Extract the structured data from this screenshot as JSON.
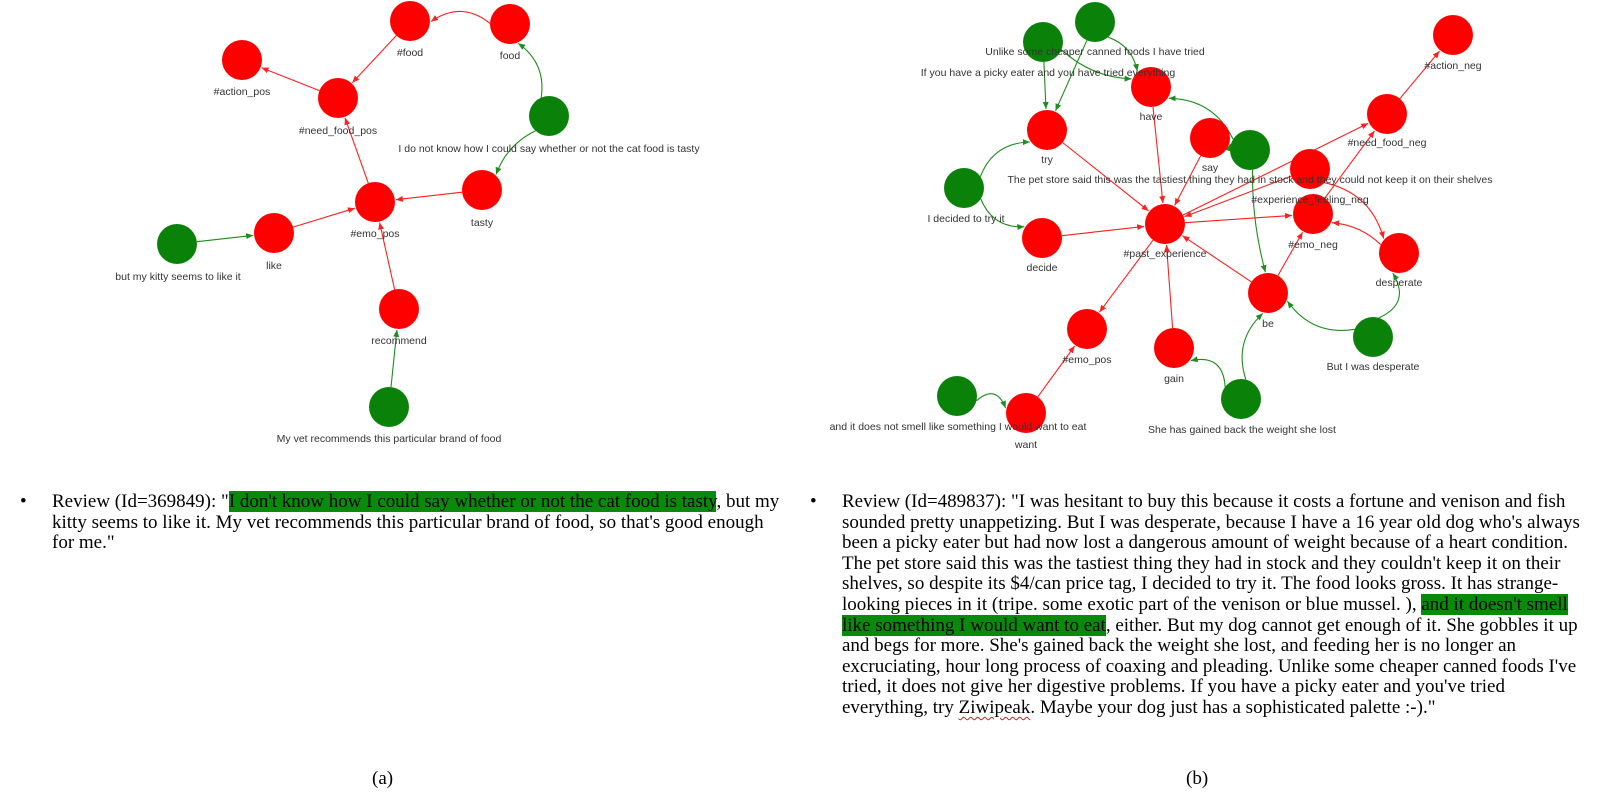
{
  "colors": {
    "concept_node": "#ff0000",
    "sentence_node": "#0a820a",
    "concept_edge": "#ff2020",
    "sentence_edge": "#1e8c1e",
    "highlight": "#0a8a0a"
  },
  "graph_a": {
    "nodes": [
      {
        "id": "action_pos",
        "label": "#action_pos",
        "kind": "concept"
      },
      {
        "id": "food_tag",
        "label": "#food",
        "kind": "concept"
      },
      {
        "id": "food",
        "label": "food",
        "kind": "concept"
      },
      {
        "id": "need_food_pos",
        "label": "#need_food_pos",
        "kind": "concept"
      },
      {
        "id": "s_tasty",
        "label": "I do not know how I could say whether or not the cat food is tasty",
        "kind": "sentence"
      },
      {
        "id": "emo_pos",
        "label": "#emo_pos",
        "kind": "concept"
      },
      {
        "id": "tasty",
        "label": "tasty",
        "kind": "concept"
      },
      {
        "id": "like",
        "label": "like",
        "kind": "concept"
      },
      {
        "id": "s_kitty",
        "label": "but my kitty seems to like it",
        "kind": "sentence"
      },
      {
        "id": "recommend",
        "label": "recommend",
        "kind": "concept"
      },
      {
        "id": "s_vet",
        "label": "My vet recommends this particular brand of food",
        "kind": "sentence"
      }
    ],
    "edges": [
      {
        "from": "food",
        "to": "food_tag",
        "kind": "concept"
      },
      {
        "from": "food_tag",
        "to": "need_food_pos",
        "kind": "concept"
      },
      {
        "from": "need_food_pos",
        "to": "action_pos",
        "kind": "concept"
      },
      {
        "from": "emo_pos",
        "to": "need_food_pos",
        "kind": "concept"
      },
      {
        "from": "tasty",
        "to": "emo_pos",
        "kind": "concept"
      },
      {
        "from": "like",
        "to": "emo_pos",
        "kind": "concept"
      },
      {
        "from": "recommend",
        "to": "emo_pos",
        "kind": "concept"
      },
      {
        "from": "s_tasty",
        "to": "food",
        "kind": "sentence"
      },
      {
        "from": "s_tasty",
        "to": "tasty",
        "kind": "sentence"
      },
      {
        "from": "s_kitty",
        "to": "like",
        "kind": "sentence"
      },
      {
        "from": "s_vet",
        "to": "recommend",
        "kind": "sentence"
      }
    ]
  },
  "graph_b": {
    "nodes": [
      {
        "id": "s_unlike",
        "label": "Unlike some cheaper canned foods I have tried",
        "kind": "sentence"
      },
      {
        "id": "s_picky",
        "label": "If you have a picky eater and you have tried everything",
        "kind": "sentence"
      },
      {
        "id": "have",
        "label": "have",
        "kind": "concept"
      },
      {
        "id": "try",
        "label": "try",
        "kind": "concept"
      },
      {
        "id": "say",
        "label": "say",
        "kind": "concept"
      },
      {
        "id": "s_store",
        "label": "The pet store said this was the tastiest thing they had in stock and they could not keep it on their shelves",
        "kind": "sentence"
      },
      {
        "id": "action_neg",
        "label": "#action_neg",
        "kind": "concept"
      },
      {
        "id": "need_food_neg",
        "label": "#need_food_neg",
        "kind": "concept"
      },
      {
        "id": "exp_neg",
        "label": "#experience_feeling_neg",
        "kind": "concept"
      },
      {
        "id": "s_decided",
        "label": "I decided to try it",
        "kind": "sentence"
      },
      {
        "id": "decide",
        "label": "decide",
        "kind": "concept"
      },
      {
        "id": "past_exp",
        "label": "#past_experience",
        "kind": "concept"
      },
      {
        "id": "emo_neg",
        "label": "#emo_neg",
        "kind": "concept"
      },
      {
        "id": "desperate",
        "label": "desperate",
        "kind": "concept"
      },
      {
        "id": "be",
        "label": "be",
        "kind": "concept"
      },
      {
        "id": "emo_pos",
        "label": "#emo_pos",
        "kind": "concept"
      },
      {
        "id": "gain",
        "label": "gain",
        "kind": "concept"
      },
      {
        "id": "s_desperate",
        "label": "But I was desperate",
        "kind": "sentence"
      },
      {
        "id": "s_smell",
        "label": "and it does not smell like something I would want to eat",
        "kind": "sentence"
      },
      {
        "id": "want",
        "label": "want",
        "kind": "concept"
      },
      {
        "id": "s_gained",
        "label": "She has gained back the weight she lost",
        "kind": "sentence"
      }
    ],
    "edges": [
      {
        "from": "s_unlike",
        "to": "have",
        "kind": "sentence"
      },
      {
        "from": "s_unlike",
        "to": "try",
        "kind": "sentence"
      },
      {
        "from": "s_picky",
        "to": "try",
        "kind": "sentence"
      },
      {
        "from": "s_picky",
        "to": "have",
        "kind": "sentence"
      },
      {
        "from": "s_store",
        "to": "have",
        "kind": "sentence"
      },
      {
        "from": "s_store",
        "to": "say",
        "kind": "sentence"
      },
      {
        "from": "s_store",
        "to": "be",
        "kind": "sentence"
      },
      {
        "from": "s_decided",
        "to": "try",
        "kind": "sentence"
      },
      {
        "from": "s_decided",
        "to": "decide",
        "kind": "sentence"
      },
      {
        "from": "s_desperate",
        "to": "be",
        "kind": "sentence"
      },
      {
        "from": "s_desperate",
        "to": "desperate",
        "kind": "sentence"
      },
      {
        "from": "s_smell",
        "to": "want",
        "kind": "sentence"
      },
      {
        "from": "s_gained",
        "to": "gain",
        "kind": "sentence"
      },
      {
        "from": "s_gained",
        "to": "be",
        "kind": "sentence"
      },
      {
        "from": "have",
        "to": "past_exp",
        "kind": "concept"
      },
      {
        "from": "try",
        "to": "past_exp",
        "kind": "concept"
      },
      {
        "from": "say",
        "to": "past_exp",
        "kind": "concept"
      },
      {
        "from": "decide",
        "to": "past_exp",
        "kind": "concept"
      },
      {
        "from": "gain",
        "to": "past_exp",
        "kind": "concept"
      },
      {
        "from": "be",
        "to": "past_exp",
        "kind": "concept"
      },
      {
        "from": "past_exp",
        "to": "emo_pos",
        "kind": "concept"
      },
      {
        "from": "past_exp",
        "to": "emo_neg",
        "kind": "concept"
      },
      {
        "from": "past_exp",
        "to": "need_food_neg",
        "kind": "concept"
      },
      {
        "from": "want",
        "to": "emo_pos",
        "kind": "concept"
      },
      {
        "from": "exp_neg",
        "to": "past_exp",
        "kind": "concept"
      },
      {
        "from": "exp_neg",
        "to": "desperate",
        "kind": "concept"
      },
      {
        "from": "desperate",
        "to": "emo_neg",
        "kind": "concept"
      },
      {
        "from": "be",
        "to": "emo_neg",
        "kind": "concept"
      },
      {
        "from": "emo_neg",
        "to": "need_food_neg",
        "kind": "concept"
      },
      {
        "from": "need_food_neg",
        "to": "action_neg",
        "kind": "concept"
      }
    ]
  },
  "review_a": {
    "bullet": "•",
    "prefix": "Review (Id=369849): \"",
    "highlight": "I don't know how I could say whether or not the cat food is tasty",
    "suffix": ", but my kitty seems to like it. My vet recommends this particular brand of food, so that's good enough for me.\""
  },
  "review_b": {
    "bullet": "•",
    "prefix": "Review (Id=489837):  \"I was hesitant to buy this because it costs a fortune and venison and fish sounded pretty unappetizing. But I was desperate, because I have a 16 year old dog who's always been a picky eater but had now lost a dangerous amount of weight because of a heart condition. The pet store said this was the tastiest thing they had in stock and they couldn't keep it on their shelves, so despite its $4/can price tag, I decided to try it. The food looks gross. It has strange-looking pieces in it (tripe. some exotic part of the venison or blue mussel. ), ",
    "highlight": "and it doesn't smell like something I would want to eat",
    "middle": ", either. But my dog cannot get enough of it. She gobbles it up and begs for more. She's gained back the weight she lost, and feeding her is no longer an excruciating, hour long process of coaxing and pleading. Unlike some cheaper canned foods I've tried, it does not give her digestive problems. If you have a picky eater and you've tried everything, try ",
    "misspelled": "Ziwipeak",
    "suffix": ". Maybe your dog just has a sophisticated palette :-).\""
  },
  "captions": {
    "a": "(a)",
    "b": "(b)"
  }
}
